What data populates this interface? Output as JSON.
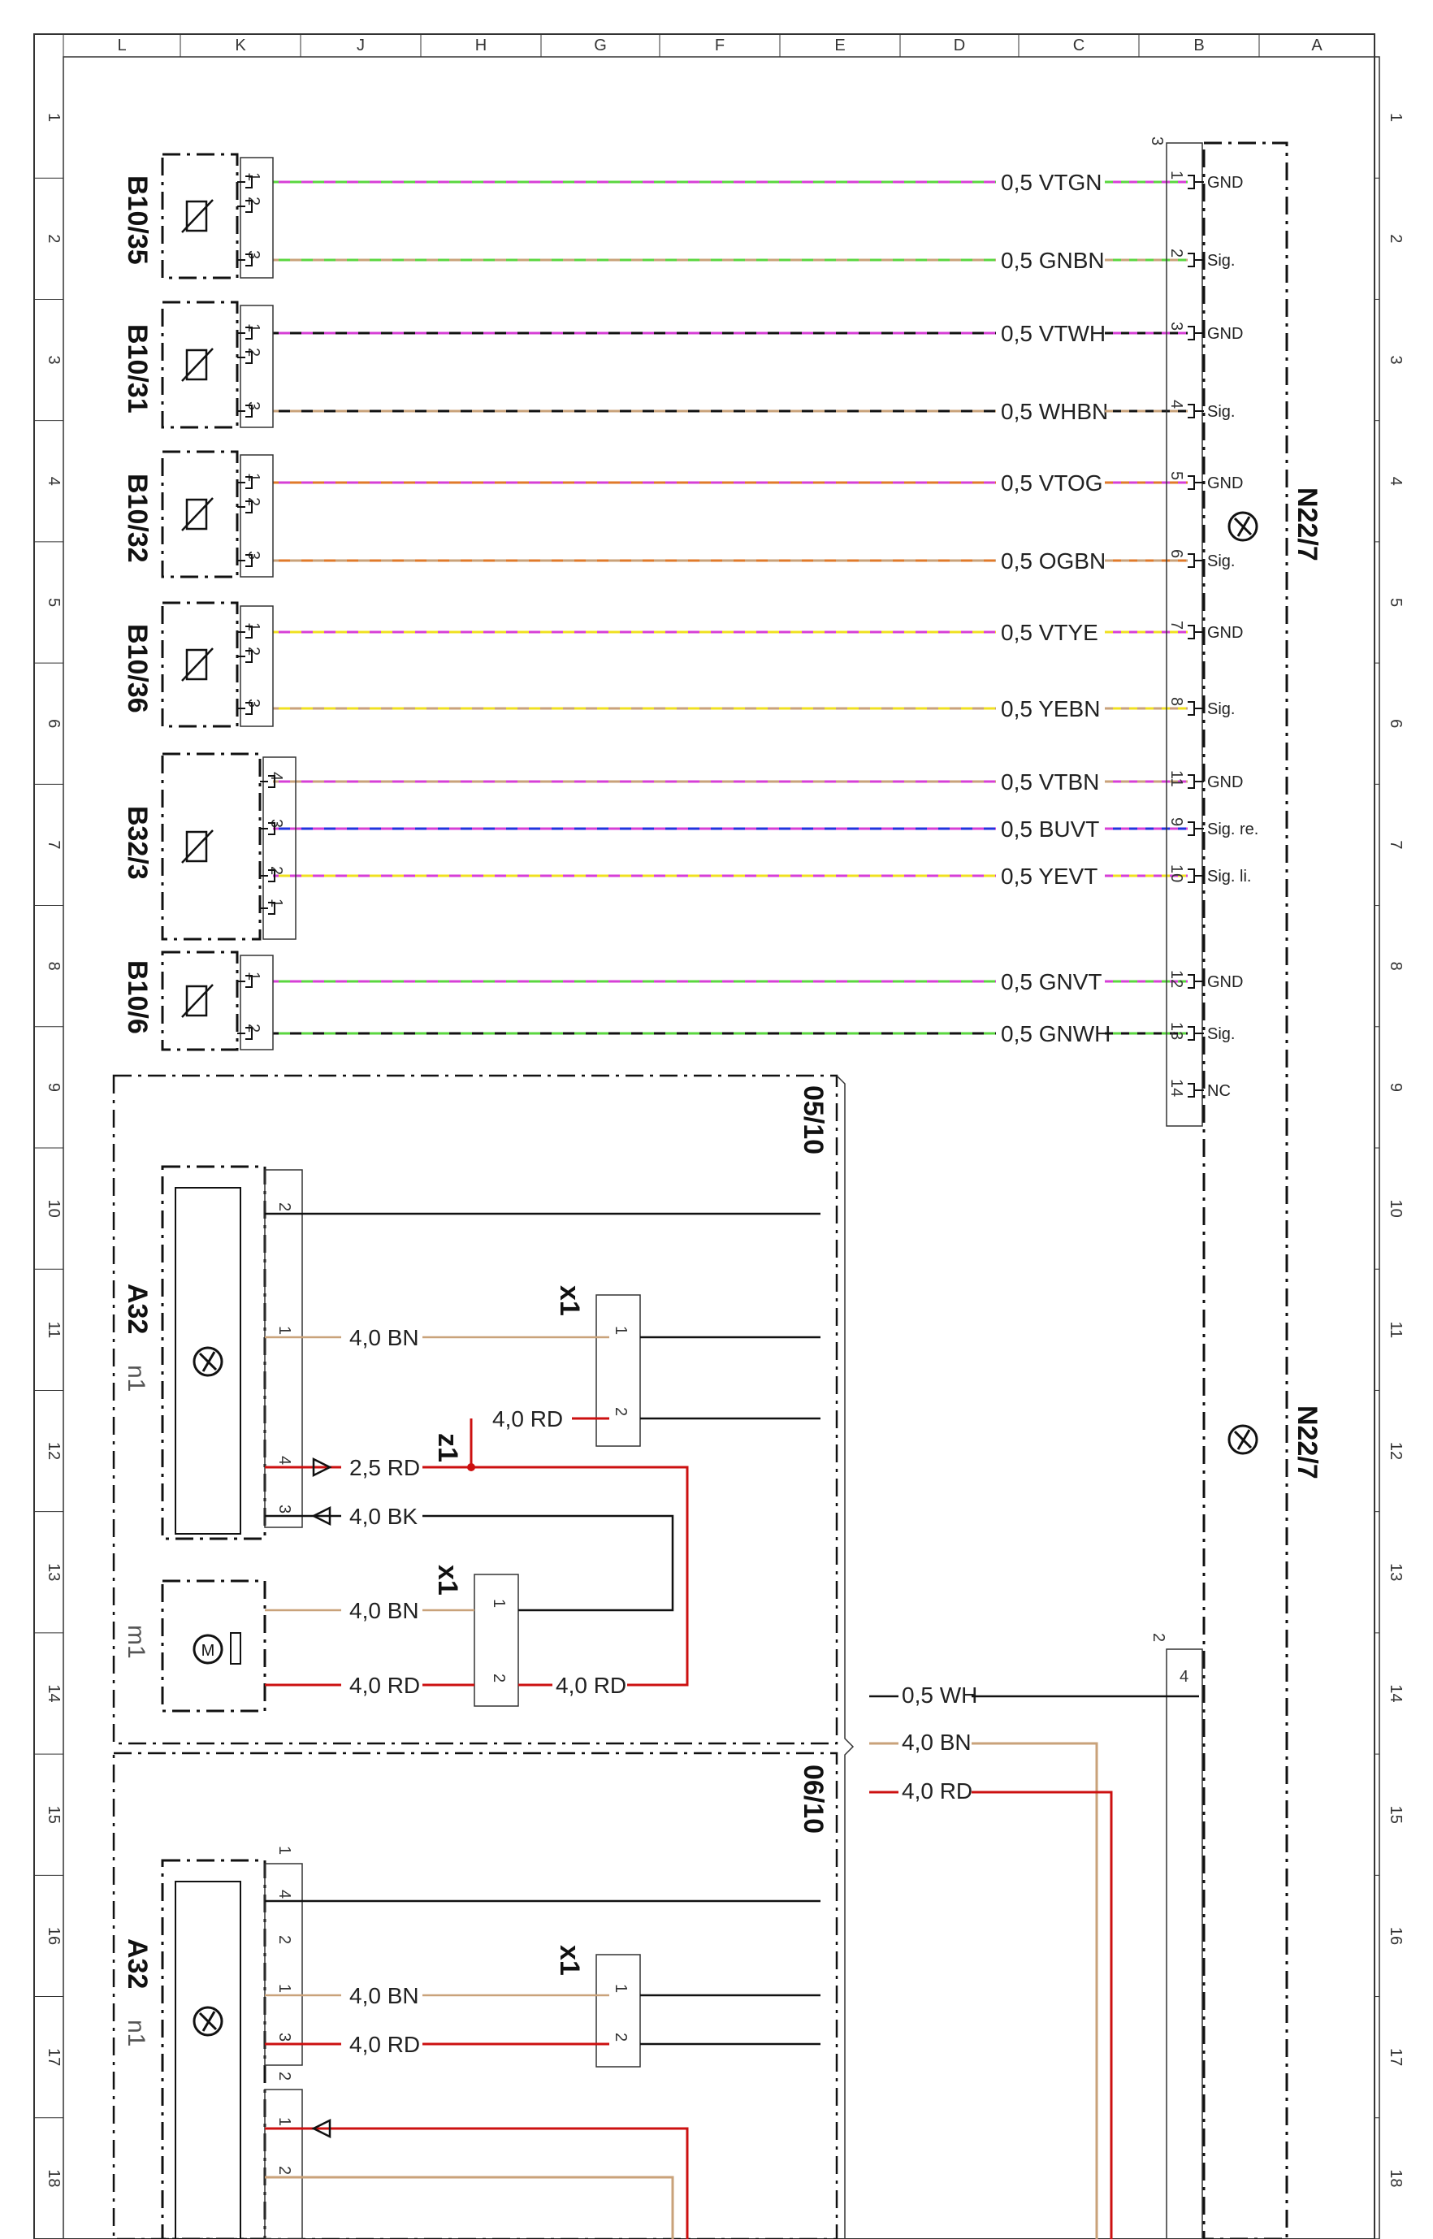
{
  "grid": {
    "letters": [
      "L",
      "K",
      "J",
      "H",
      "G",
      "F",
      "E",
      "D",
      "C",
      "B",
      "A"
    ],
    "numbers": [
      "1",
      "2",
      "3",
      "4",
      "5",
      "6",
      "7",
      "8",
      "9",
      "10",
      "11",
      "12",
      "13",
      "14",
      "15",
      "16",
      "17",
      "18"
    ]
  },
  "components": {
    "b10_35": "B10/35",
    "b10_31": "B10/31",
    "b10_32": "B10/32",
    "b10_36": "B10/36",
    "b32_3": "B32/3",
    "b10_6": "B10/6",
    "n22_7": "N22/7",
    "a32": "A32",
    "n1": "n1",
    "m1": "m1",
    "x1": "x1",
    "z1": "z1",
    "ref_a": "05/10",
    "ref_b": "06/10"
  },
  "n22_7": {
    "header_pin": "3",
    "pins": [
      {
        "num": "1",
        "sig": "GND"
      },
      {
        "num": "2",
        "sig": "Sig."
      },
      {
        "num": "3",
        "sig": "GND"
      },
      {
        "num": "4",
        "sig": "Sig."
      },
      {
        "num": "5",
        "sig": "GND"
      },
      {
        "num": "6",
        "sig": "Sig."
      },
      {
        "num": "7",
        "sig": "GND"
      },
      {
        "num": "8",
        "sig": "Sig."
      },
      {
        "num": "11",
        "sig": "GND"
      },
      {
        "num": "9",
        "sig": "Sig. re."
      },
      {
        "num": "10",
        "sig": "Sig. li."
      },
      {
        "num": "12",
        "sig": "GND"
      },
      {
        "num": "13",
        "sig": "Sig."
      },
      {
        "num": "14",
        "sig": "NC"
      }
    ],
    "lower_header_pin": "2",
    "lower_pin": "4"
  },
  "sensor_wires": [
    {
      "label": "0,5  VTGN",
      "c1": "#d63fd6",
      "c2": "#5ad63f"
    },
    {
      "label": "0,5  GNBN",
      "c1": "#5ad63f",
      "c2": "#c9a27a"
    },
    {
      "label": "0,5  VTWH",
      "c1": "#d63fd6",
      "c2": "#111111"
    },
    {
      "label": "0,5  WHBN",
      "c1": "#111111",
      "c2": "#c9a27a"
    },
    {
      "label": "0,5  VTOG",
      "c1": "#d63fd6",
      "c2": "#e07a2a"
    },
    {
      "label": "0,5  OGBN",
      "c1": "#e07a2a",
      "c2": "#c9a27a"
    },
    {
      "label": "0,5  VTYE",
      "c1": "#d63fd6",
      "c2": "#f0e020"
    },
    {
      "label": "0,5  YEBN",
      "c1": "#f0e020",
      "c2": "#c9a27a"
    },
    {
      "label": "0,5  VTBN",
      "c1": "#d63fd6",
      "c2": "#c9a27a"
    },
    {
      "label": "0,5  BUVT",
      "c1": "#2233dd",
      "c2": "#d63fd6"
    },
    {
      "label": "0,5  YEVT",
      "c1": "#f0e020",
      "c2": "#d63fd6"
    },
    {
      "label": "0,5  GNVT",
      "c1": "#5ad63f",
      "c2": "#d63fd6"
    },
    {
      "label": "0,5  GNWH",
      "c1": "#5ad63f",
      "c2": "#111111"
    }
  ],
  "sensor_pins": {
    "three": [
      "1",
      "2",
      "3"
    ],
    "b32": [
      "4",
      "3",
      "2",
      "1"
    ],
    "b10_6": [
      "1",
      "2"
    ]
  },
  "lower": {
    "w_bn_40": "4,0  BN",
    "w_rd_40": "4,0  RD",
    "w_rd_25": "2,5  RD",
    "w_bk_40": "4,0  BK",
    "w_wh_05": "0,5  WH",
    "pins_a32": [
      "2",
      "1",
      "4",
      "3"
    ],
    "pins_x1": [
      "1",
      "2"
    ],
    "pins_a32b": [
      "1",
      "4",
      "2",
      "1",
      "3",
      "2",
      "1",
      "2"
    ]
  }
}
